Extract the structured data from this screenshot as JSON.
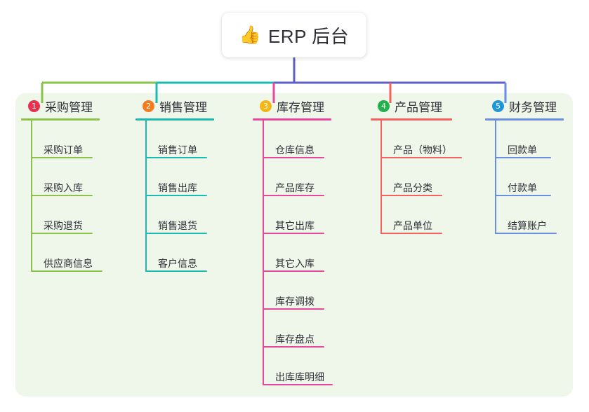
{
  "root": {
    "icon": "thumbs-up-icon",
    "icon_glyph": "👍",
    "label": "ERP 后台"
  },
  "panel": {
    "background_color": "#eef7ea"
  },
  "connector": {
    "trunk_color": "#5b5fc7"
  },
  "branches": [
    {
      "number": "1",
      "badge_color": "#e8314f",
      "line_color": "#8ac24a",
      "title": "采购管理",
      "head_rule_width": 112,
      "items": [
        {
          "label": "采购订单",
          "rule_width": 88
        },
        {
          "label": "采购入库",
          "rule_width": 88
        },
        {
          "label": "采购退货",
          "rule_width": 88
        },
        {
          "label": "供应商信息",
          "rule_width": 102
        }
      ]
    },
    {
      "number": "2",
      "badge_color": "#f47b20",
      "line_color": "#1bbcb0",
      "title": "销售管理",
      "head_rule_width": 112,
      "items": [
        {
          "label": "销售订单",
          "rule_width": 88
        },
        {
          "label": "销售出库",
          "rule_width": 88
        },
        {
          "label": "销售退货",
          "rule_width": 88
        },
        {
          "label": "客户信息",
          "rule_width": 88
        }
      ]
    },
    {
      "number": "3",
      "badge_color": "#f5b614",
      "line_color": "#e8489b",
      "title": "库存管理",
      "head_rule_width": 112,
      "items": [
        {
          "label": "仓库信息",
          "rule_width": 88
        },
        {
          "label": "产品库存",
          "rule_width": 88
        },
        {
          "label": "其它出库",
          "rule_width": 88
        },
        {
          "label": "其它入库",
          "rule_width": 88
        },
        {
          "label": "库存调拨",
          "rule_width": 88
        },
        {
          "label": "库存盘点",
          "rule_width": 88
        },
        {
          "label": "出库库明细",
          "rule_width": 100
        }
      ]
    },
    {
      "number": "4",
      "badge_color": "#22b14c",
      "line_color": "#f4615e",
      "title": "产品管理",
      "head_rule_width": 116,
      "items": [
        {
          "label": "产品（物料）",
          "rule_width": 116
        },
        {
          "label": "产品分类",
          "rule_width": 88
        },
        {
          "label": "产品单位",
          "rule_width": 88
        }
      ]
    },
    {
      "number": "5",
      "badge_color": "#2196d6",
      "line_color": "#6b8fe0",
      "title": "财务管理",
      "head_rule_width": 112,
      "items": [
        {
          "label": "回款单",
          "rule_width": 80
        },
        {
          "label": "付款单",
          "rule_width": 80
        },
        {
          "label": "结算账户",
          "rule_width": 88
        }
      ]
    }
  ]
}
